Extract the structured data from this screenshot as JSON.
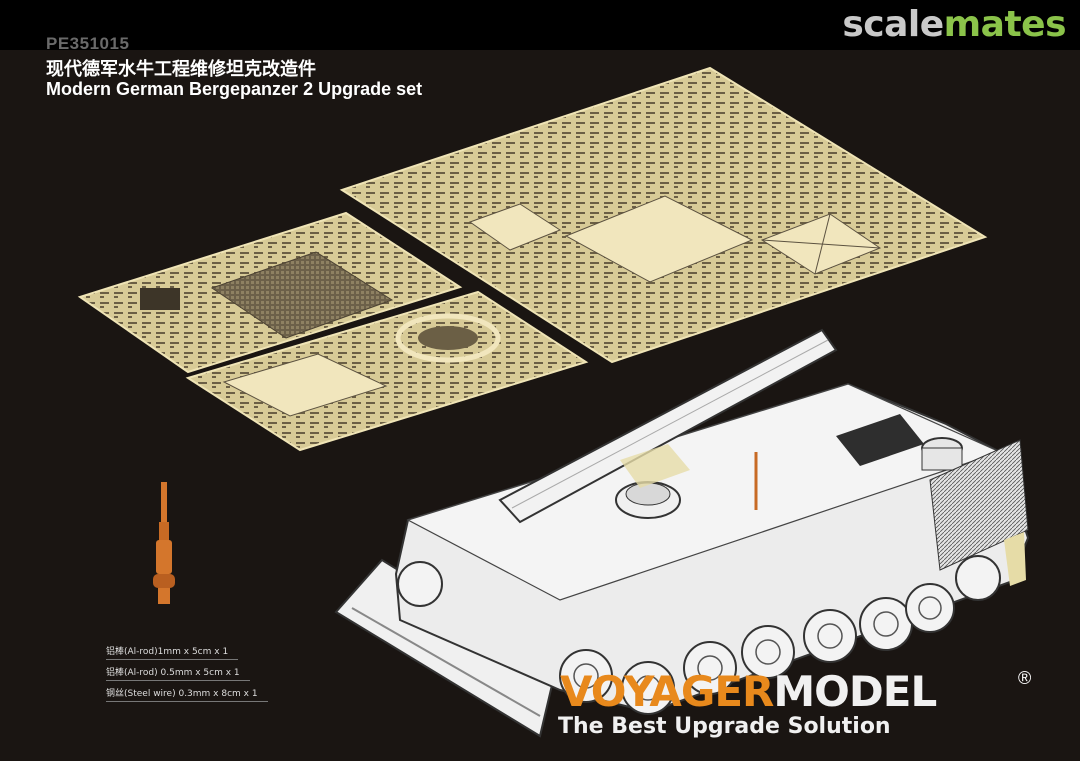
{
  "watermark": {
    "part1": "scale",
    "part2": "mates"
  },
  "product": {
    "code": "PE351015",
    "title_cn": "现代德军水牛工程维修坦克改造件",
    "title_en": "Modern German Bergepanzer 2 Upgrade set"
  },
  "specs": [
    "铝棒(Al-rod)1mm x 5cm x 1",
    "铝棒(Al-rod) 0.5mm x 5cm x 1",
    "钢丝(Steel wire) 0.3mm x 8cm x 1"
  ],
  "brand": {
    "part1": "VOYAGER",
    "part2": "MODEL",
    "reg": "®",
    "tagline": "The Best Upgrade Solution"
  },
  "colors": {
    "background": "#1a1512",
    "fret_brass": "#d8cb97",
    "accent_orange": "#e8891c",
    "watermark_green": "#8bc34a"
  }
}
